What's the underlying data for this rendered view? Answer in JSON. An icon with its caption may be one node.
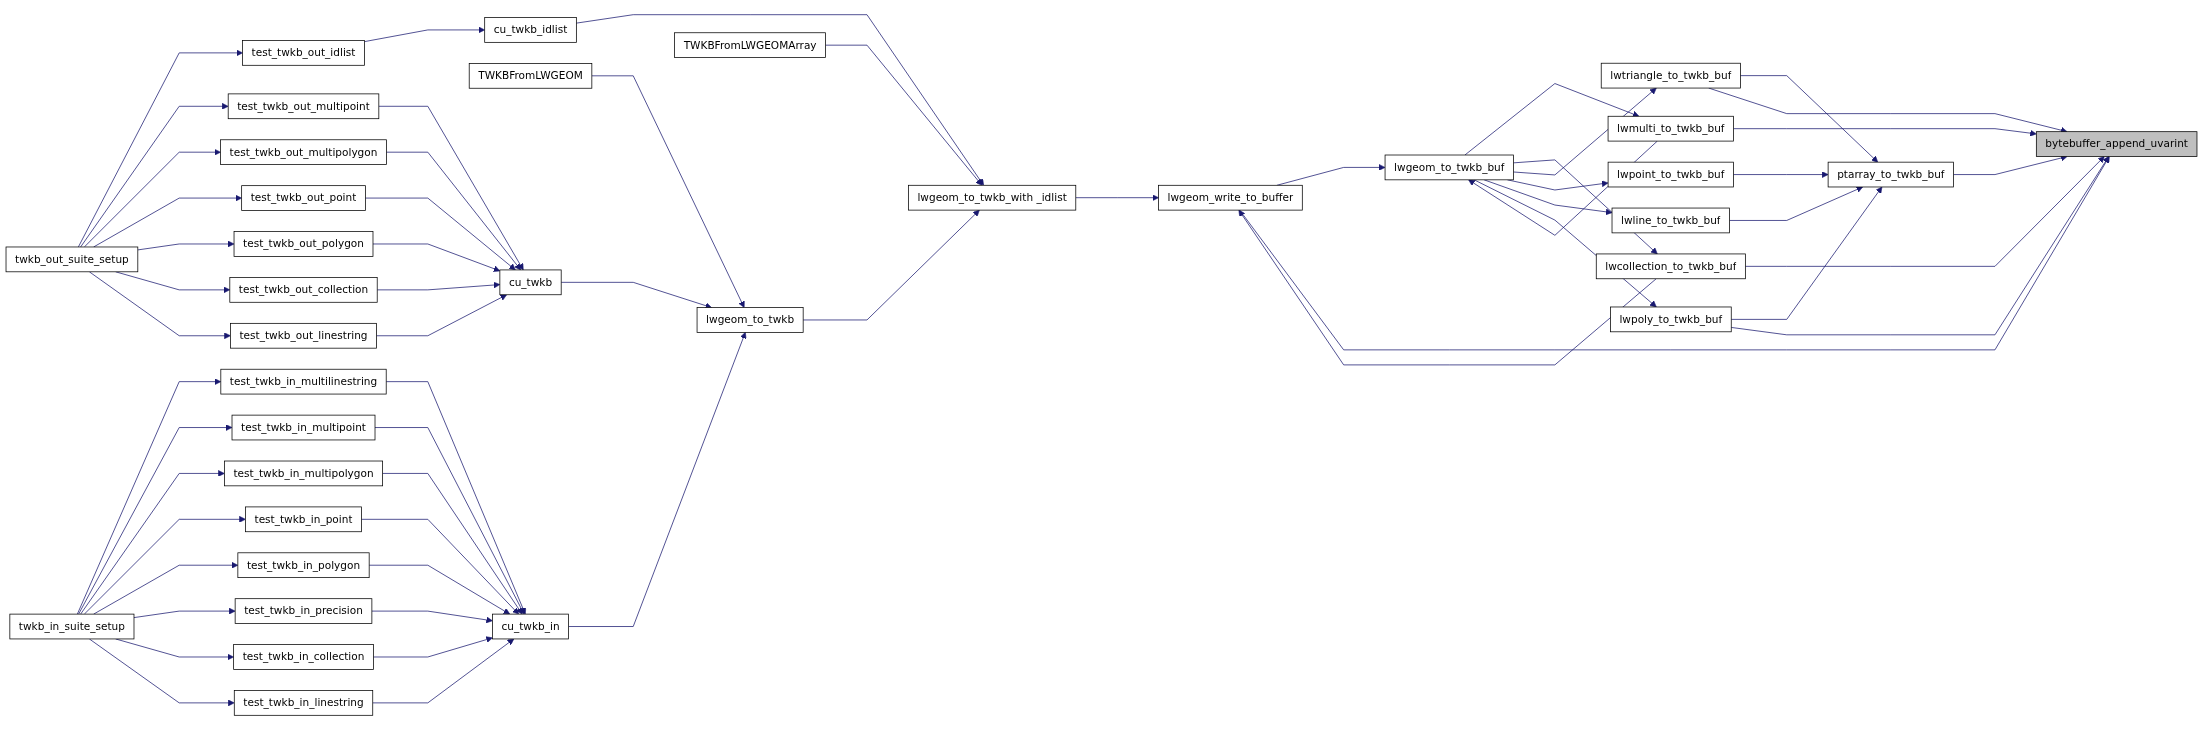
{
  "diagram": {
    "nodes": [
      {
        "text": [
          "twkb_out_suite_setup"
        ]
      },
      {
        "text": [
          "test_twkb_out_idlist"
        ]
      },
      {
        "text": [
          "test_twkb_out_multipoint"
        ]
      },
      {
        "text": [
          "test_twkb_out_multipolygon"
        ]
      },
      {
        "text": [
          "test_twkb_out_point"
        ]
      },
      {
        "text": [
          "test_twkb_out_polygon"
        ]
      },
      {
        "text": [
          "test_twkb_out_collection"
        ]
      },
      {
        "text": [
          "test_twkb_out_linestring"
        ]
      },
      {
        "text": [
          "twkb_in_suite_setup"
        ]
      },
      {
        "text": [
          "test_twkb_in_multilinestring"
        ]
      },
      {
        "text": [
          "test_twkb_in_multipoint"
        ]
      },
      {
        "text": [
          "test_twkb_in_multipolygon"
        ]
      },
      {
        "text": [
          "test_twkb_in_point"
        ]
      },
      {
        "text": [
          "test_twkb_in_polygon"
        ]
      },
      {
        "text": [
          "test_twkb_in_precision"
        ]
      },
      {
        "text": [
          "test_twkb_in_collection"
        ]
      },
      {
        "text": [
          "test_twkb_in_linestring"
        ]
      },
      {
        "text": [
          "cu_twkb_idlist"
        ]
      },
      {
        "text": [
          "cu_twkb"
        ]
      },
      {
        "text": [
          "cu_twkb_in"
        ]
      },
      {
        "text": [
          "TWKBFromLWGEOM"
        ]
      },
      {
        "text": [
          "lwgeom_to_twkb"
        ]
      },
      {
        "text": [
          "TWKBFromLWGEOMArray"
        ]
      },
      {
        "text": [
          "lwgeom_to_twkb_with _idlist"
        ]
      },
      {
        "text": [
          "lwgeom_write_to_buffer"
        ]
      },
      {
        "text": [
          "lwmulti_to_twkb_buf"
        ]
      },
      {
        "text": [
          "lwgeom_to_twkb_buf"
        ]
      },
      {
        "text": [
          "lwcollection_to_twkb_buf"
        ]
      },
      {
        "text": [
          "lwtriangle_to_twkb_buf"
        ]
      },
      {
        "text": [
          "lwpoint_to_twkb_buf"
        ]
      },
      {
        "text": [
          "lwline_to_twkb_buf"
        ]
      },
      {
        "text": [
          "lwpoly_to_twkb_buf"
        ]
      },
      {
        "text": [
          "ptarray_to_twkb_buf"
        ]
      },
      {
        "text": [
          "bytebuffer_append_uvarint"
        ]
      }
    ],
    "edges": [
      {
        "from": 0,
        "to": 1,
        "arrow": "to"
      },
      {
        "from": 0,
        "to": 2,
        "arrow": "to"
      },
      {
        "from": 0,
        "to": 3,
        "arrow": "to"
      },
      {
        "from": 0,
        "to": 4,
        "arrow": "to"
      },
      {
        "from": 0,
        "to": 5,
        "arrow": "to"
      },
      {
        "from": 0,
        "to": 6,
        "arrow": "to"
      },
      {
        "from": 0,
        "to": 7,
        "arrow": "to"
      },
      {
        "from": 8,
        "to": 9,
        "arrow": "to"
      },
      {
        "from": 8,
        "to": 10,
        "arrow": "to"
      },
      {
        "from": 8,
        "to": 11,
        "arrow": "to"
      },
      {
        "from": 8,
        "to": 12,
        "arrow": "to"
      },
      {
        "from": 8,
        "to": 13,
        "arrow": "to"
      },
      {
        "from": 8,
        "to": 14,
        "arrow": "to"
      },
      {
        "from": 8,
        "to": 15,
        "arrow": "to"
      },
      {
        "from": 8,
        "to": 16,
        "arrow": "to"
      },
      {
        "from": 1,
        "to": 17,
        "arrow": "to"
      },
      {
        "from": 2,
        "to": 18,
        "arrow": "to"
      },
      {
        "from": 3,
        "to": 18,
        "arrow": "to"
      },
      {
        "from": 4,
        "to": 18,
        "arrow": "to"
      },
      {
        "from": 5,
        "to": 18,
        "arrow": "to"
      },
      {
        "from": 6,
        "to": 18,
        "arrow": "to"
      },
      {
        "from": 7,
        "to": 18,
        "arrow": "to"
      },
      {
        "from": 9,
        "to": 19,
        "arrow": "to"
      },
      {
        "from": 10,
        "to": 19,
        "arrow": "to"
      },
      {
        "from": 11,
        "to": 19,
        "arrow": "to"
      },
      {
        "from": 12,
        "to": 19,
        "arrow": "to"
      },
      {
        "from": 13,
        "to": 19,
        "arrow": "to"
      },
      {
        "from": 14,
        "to": 19,
        "arrow": "to"
      },
      {
        "from": 15,
        "to": 19,
        "arrow": "to"
      },
      {
        "from": 16,
        "to": 19,
        "arrow": "to"
      },
      {
        "from": 17,
        "to": 23,
        "arrow": "to"
      },
      {
        "from": 18,
        "to": 21,
        "arrow": "to"
      },
      {
        "from": 19,
        "to": 21,
        "arrow": "to"
      },
      {
        "from": 20,
        "to": 21,
        "arrow": "to"
      },
      {
        "from": 21,
        "to": 23,
        "arrow": "to"
      },
      {
        "from": 22,
        "to": 23,
        "arrow": "to"
      },
      {
        "from": 23,
        "to": 24,
        "arrow": "to"
      },
      {
        "from": 24,
        "to": 26,
        "arrow": "to"
      },
      {
        "from": 24,
        "to": 33,
        "arrow": "to"
      },
      {
        "from": 27,
        "to": 24,
        "arrow": "to"
      },
      {
        "from": 26,
        "to": 25,
        "arrow": "to"
      },
      {
        "from": 25,
        "to": 26,
        "arrow": "to"
      },
      {
        "from": 25,
        "to": 33,
        "arrow": "to"
      },
      {
        "from": 26,
        "to": 27,
        "arrow": "to"
      },
      {
        "from": 26,
        "to": 28,
        "arrow": "to"
      },
      {
        "from": 26,
        "to": 29,
        "arrow": "to"
      },
      {
        "from": 26,
        "to": 30,
        "arrow": "to"
      },
      {
        "from": 26,
        "to": 31,
        "arrow": "to"
      },
      {
        "from": 27,
        "to": 33,
        "arrow": "to"
      },
      {
        "from": 28,
        "to": 32,
        "arrow": "to"
      },
      {
        "from": 28,
        "to": 33,
        "arrow": "to"
      },
      {
        "from": 29,
        "to": 32,
        "arrow": "to"
      },
      {
        "from": 30,
        "to": 32,
        "arrow": "to"
      },
      {
        "from": 31,
        "to": 32,
        "arrow": "to"
      },
      {
        "from": 31,
        "to": 33,
        "arrow": "to"
      },
      {
        "from": 32,
        "to": 33,
        "arrow": "to"
      }
    ]
  }
}
